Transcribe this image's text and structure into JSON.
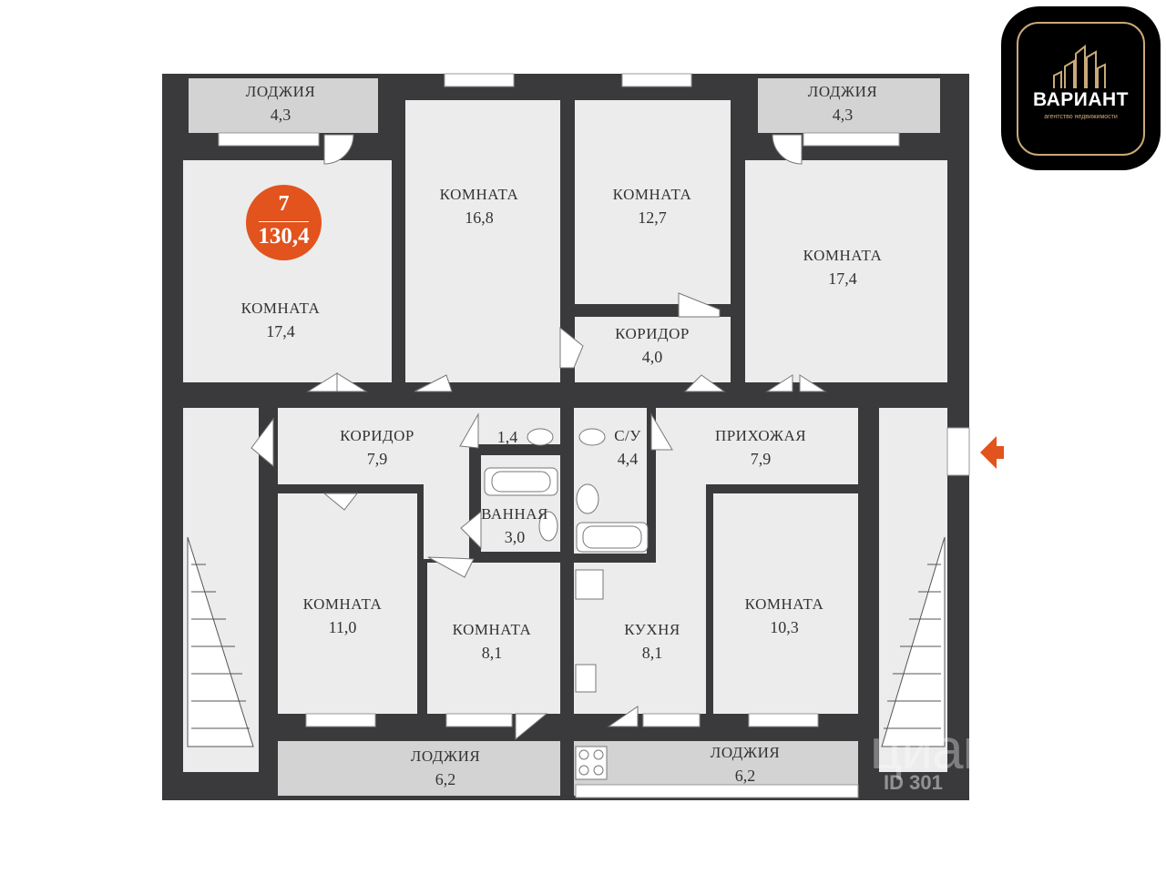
{
  "plan": {
    "badge": {
      "rooms": "7",
      "total_area": "130,4",
      "color": "#e2531d"
    },
    "rooms": [
      {
        "id": "loggia-top-left",
        "name": "ЛОДЖИЯ",
        "area": "4,3"
      },
      {
        "id": "loggia-top-right",
        "name": "ЛОДЖИЯ",
        "area": "4,3"
      },
      {
        "id": "room-17-4-left",
        "name": "КОМНАТА",
        "area": "17,4"
      },
      {
        "id": "room-16-8",
        "name": "КОМНАТА",
        "area": "16,8"
      },
      {
        "id": "room-12-7",
        "name": "КОМНАТА",
        "area": "12,7"
      },
      {
        "id": "room-17-4-right",
        "name": "КОМНАТА",
        "area": "17,4"
      },
      {
        "id": "corridor-4-0",
        "name": "КОРИДОР",
        "area": "4,0"
      },
      {
        "id": "corridor-7-9",
        "name": "КОРИДОР",
        "area": "7,9"
      },
      {
        "id": "toilet-1-4",
        "name": "",
        "area": "1,4"
      },
      {
        "id": "wc-4-4",
        "name": "С/У",
        "area": "4,4"
      },
      {
        "id": "hallway-7-9",
        "name": "ПРИХОЖАЯ",
        "area": "7,9"
      },
      {
        "id": "bathroom-3-0",
        "name": "ВАННАЯ",
        "area": "3,0"
      },
      {
        "id": "room-11-0",
        "name": "КОМНАТА",
        "area": "11,0"
      },
      {
        "id": "room-8-1",
        "name": "КОМНАТА",
        "area": "8,1"
      },
      {
        "id": "kitchen-8-1",
        "name": "КУХНЯ",
        "area": "8,1"
      },
      {
        "id": "room-10-3",
        "name": "КОМНАТА",
        "area": "10,3"
      },
      {
        "id": "loggia-bottom-left",
        "name": "ЛОДЖИЯ",
        "area": "6,2"
      },
      {
        "id": "loggia-bottom-right",
        "name": "ЛОДЖИЯ",
        "area": "6,2"
      }
    ],
    "colors": {
      "wall": "#3a3a3c",
      "room_floor": "#ececec",
      "loggia_floor": "#d3d3d3",
      "entrance_arrow": "#e2531d"
    }
  },
  "logo": {
    "name": "ВАРИАНТ",
    "tagline": "агентство недвижимости",
    "accent": "#c9a978"
  },
  "watermark": {
    "brand": "циан",
    "id_text": "ID 301"
  }
}
